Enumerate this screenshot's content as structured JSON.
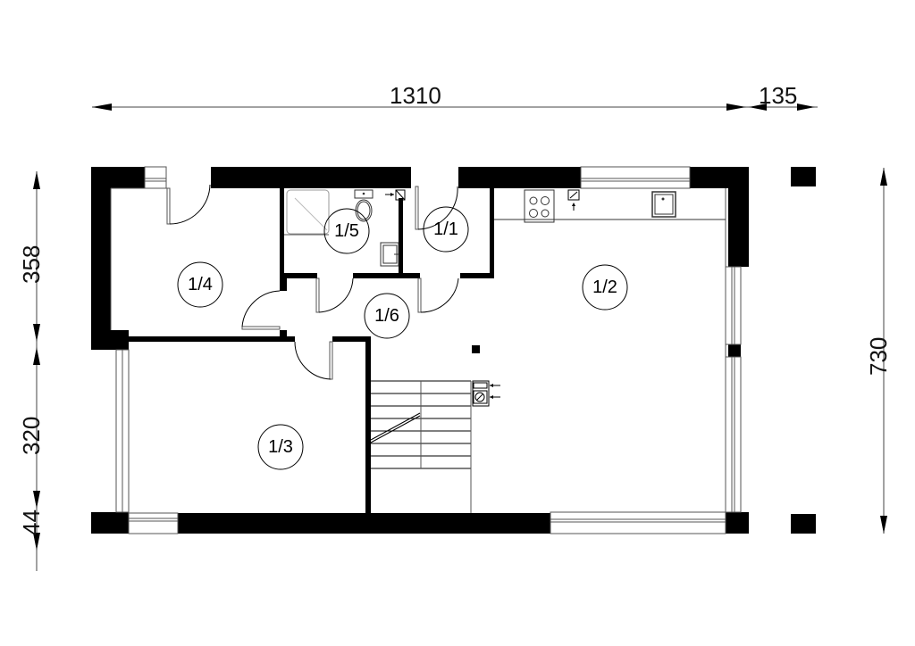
{
  "drawing": {
    "type": "floor plan",
    "colors": {
      "wall": "#000000",
      "line": "#000000",
      "background": "#ffffff"
    }
  },
  "dimensions": {
    "top": [
      {
        "id": "width_main",
        "value": "1310"
      },
      {
        "id": "width_ext",
        "value": "135"
      }
    ],
    "left": [
      {
        "id": "h_upper",
        "value": "358"
      },
      {
        "id": "h_lower",
        "value": "320"
      },
      {
        "id": "h_wall",
        "value": "44"
      }
    ],
    "right": [
      {
        "id": "height_total",
        "value": "730"
      }
    ]
  },
  "rooms": [
    {
      "id": "1/1",
      "label": "1/1"
    },
    {
      "id": "1/2",
      "label": "1/2"
    },
    {
      "id": "1/3",
      "label": "1/3"
    },
    {
      "id": "1/4",
      "label": "1/4"
    },
    {
      "id": "1/5",
      "label": "1/5"
    },
    {
      "id": "1/6",
      "label": "1/6"
    }
  ],
  "fixtures": [
    "shower-tray",
    "toilet",
    "washbasin",
    "ventilation-duct",
    "stove",
    "kitchen-sink",
    "stairs",
    "boiler",
    "meter-box"
  ]
}
